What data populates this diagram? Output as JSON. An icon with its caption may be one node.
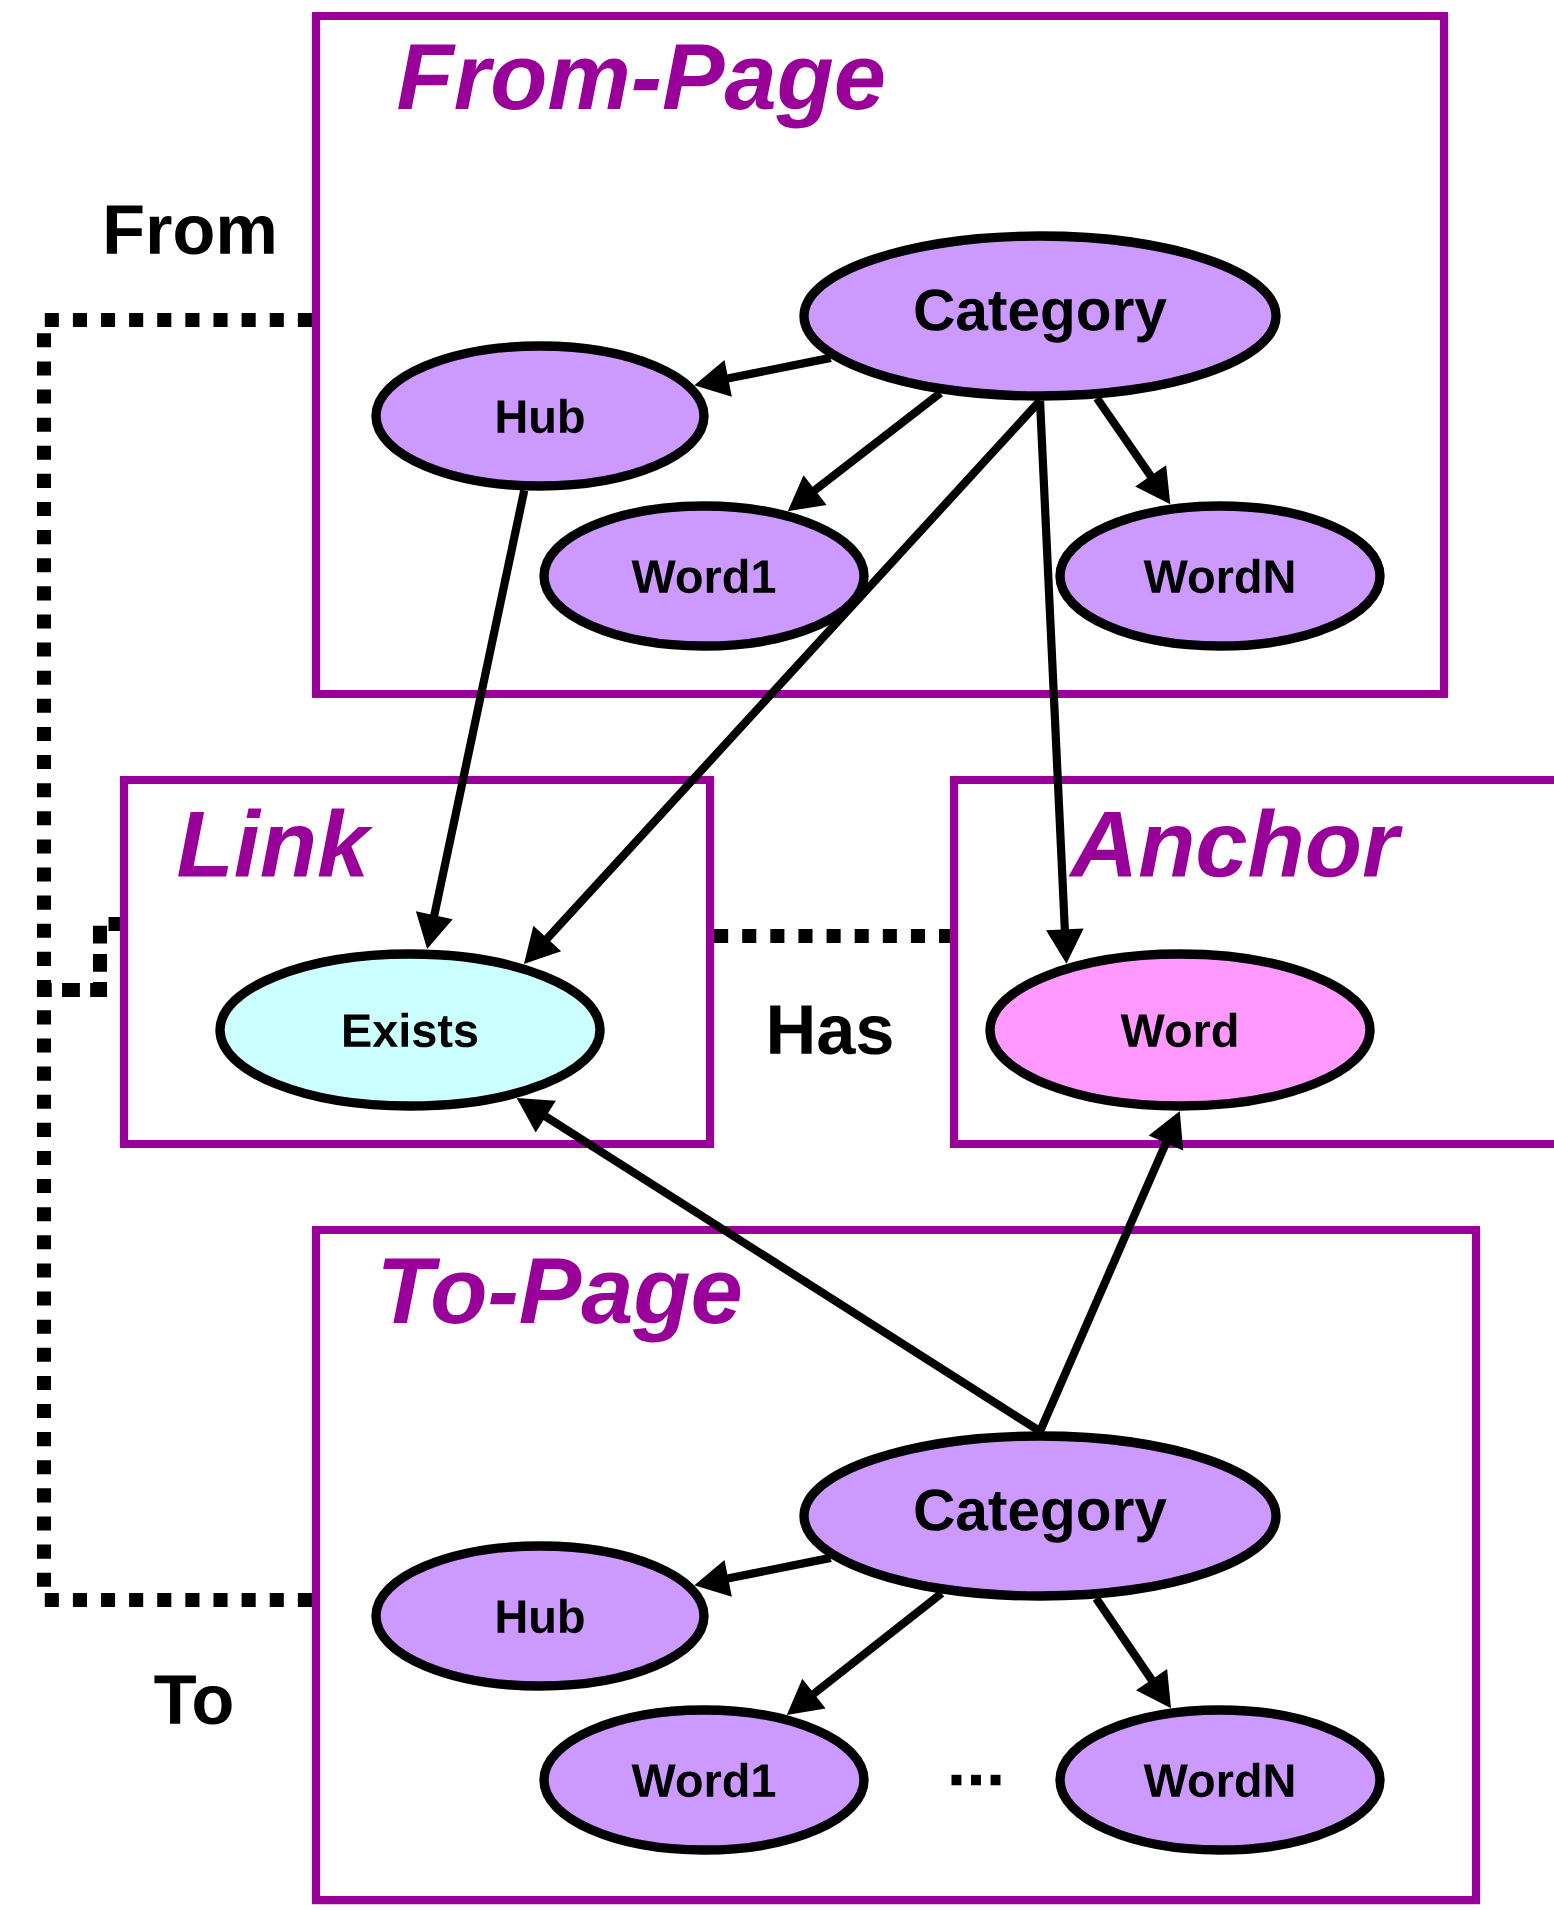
{
  "diagram": {
    "nodes": [
      {
        "text": [
          "From-Page"
        ]
      },
      {
        "text": [
          "Category"
        ],
        "in": 0
      },
      {
        "text": [
          "Hub"
        ],
        "in": 0
      },
      {
        "text": [
          "Word1"
        ],
        "in": 0
      },
      {
        "text": [
          "WordN"
        ],
        "in": 0
      },
      {
        "text": [
          "Link"
        ]
      },
      {
        "text": [
          "Exists"
        ],
        "in": 5
      },
      {
        "text": [
          "Anchor"
        ]
      },
      {
        "text": [
          "Word"
        ],
        "in": 7
      },
      {
        "text": [
          "To-Page"
        ]
      },
      {
        "text": [
          "Category"
        ],
        "in": 9
      },
      {
        "text": [
          "Hub"
        ],
        "in": 9
      },
      {
        "text": [
          "Word1"
        ],
        "in": 9
      },
      {
        "text": [
          "WordN"
        ],
        "in": 9
      }
    ],
    "edges": [
      {
        "from": 1,
        "to": 2,
        "arrow": "to"
      },
      {
        "from": 1,
        "to": 3,
        "arrow": "to"
      },
      {
        "from": 1,
        "to": 4,
        "arrow": "to"
      },
      {
        "from": 1,
        "to": 6,
        "arrow": "to"
      },
      {
        "from": 1,
        "to": 8,
        "arrow": "to"
      },
      {
        "from": 2,
        "to": 6,
        "arrow": "to"
      },
      {
        "from": 10,
        "to": 6,
        "arrow": "to"
      },
      {
        "from": 10,
        "to": 8,
        "arrow": "to"
      },
      {
        "from": 10,
        "to": 11,
        "arrow": "to"
      },
      {
        "from": 10,
        "to": 12,
        "arrow": "to"
      },
      {
        "from": 10,
        "to": 13,
        "arrow": "to"
      },
      {
        "from": 0,
        "to": 5,
        "arrow": "none",
        "style": "dashed",
        "label": "From"
      },
      {
        "from": 9,
        "to": 5,
        "arrow": "none",
        "style": "dashed",
        "label": "To"
      },
      {
        "from": 5,
        "to": 7,
        "arrow": "none",
        "style": "dashed",
        "label": "Has"
      }
    ],
    "labels": [
      "..."
    ]
  }
}
